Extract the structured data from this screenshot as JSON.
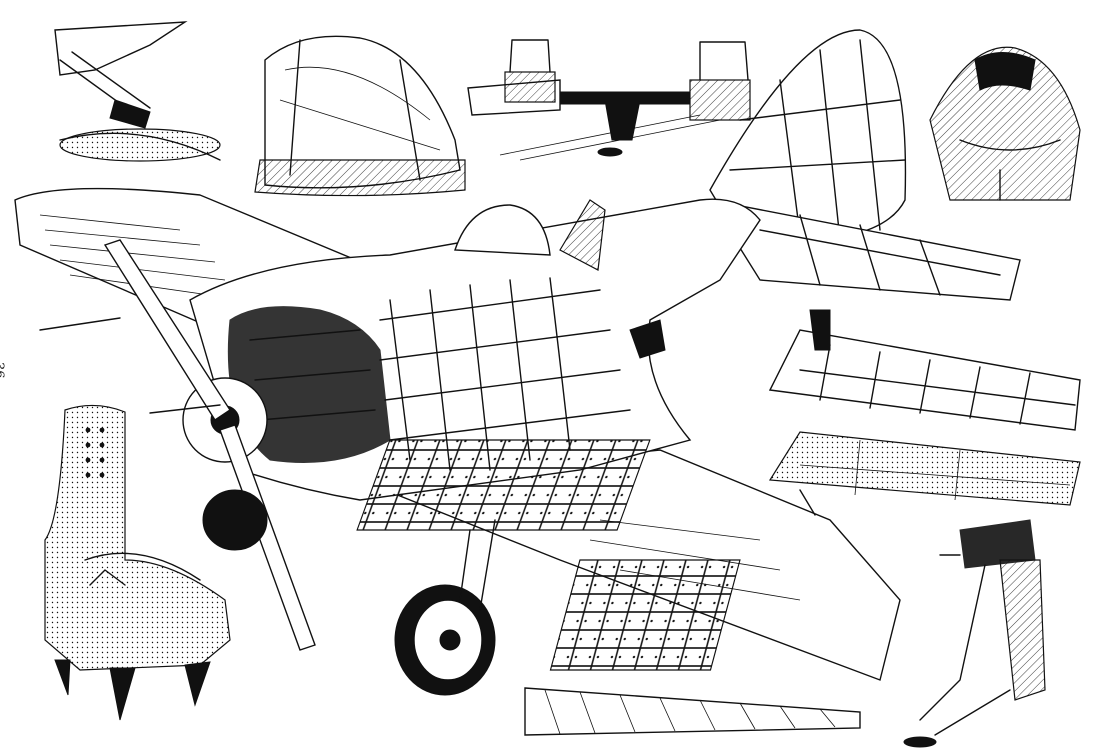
{
  "page": {
    "page_number": "36"
  },
  "colors": {
    "ink": "#111111",
    "paper": "#ffffff"
  },
  "illustration": {
    "subject": "cutaway-fighter-aircraft",
    "components": [
      "main-landing-strut-detail",
      "cockpit-canopy",
      "rudder-pedals",
      "tail-fin-structure",
      "pilot-seat-back",
      "pilot-seat",
      "wing-flap-panel",
      "aileron-panel",
      "wing-spar",
      "landing-gear-leg"
    ]
  }
}
